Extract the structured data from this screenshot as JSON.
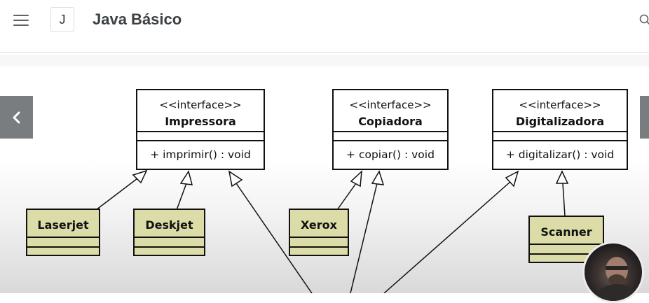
{
  "header": {
    "logo_letter": "J",
    "title": "Java Básico"
  },
  "diagram": {
    "interfaces": [
      {
        "stereotype": "<<interface>>",
        "name": "Impressora",
        "method": "+ imprimir() : void"
      },
      {
        "stereotype": "<<interface>>",
        "name": "Copiadora",
        "method": "+ copiar() : void"
      },
      {
        "stereotype": "<<interface>>",
        "name": "Digitalizadora",
        "method": "+ digitalizar() : void"
      }
    ],
    "classes": [
      {
        "name": "Laserjet"
      },
      {
        "name": "Deskjet"
      },
      {
        "name": "Xerox"
      },
      {
        "name": "Scanner"
      }
    ]
  },
  "colors": {
    "class_fill": "#dcdca8",
    "nav_button": "#7a7d80"
  },
  "icons": {
    "menu": "hamburger-icon",
    "search": "search-icon",
    "prev": "chevron-left-icon",
    "next": "chevron-right-icon"
  }
}
